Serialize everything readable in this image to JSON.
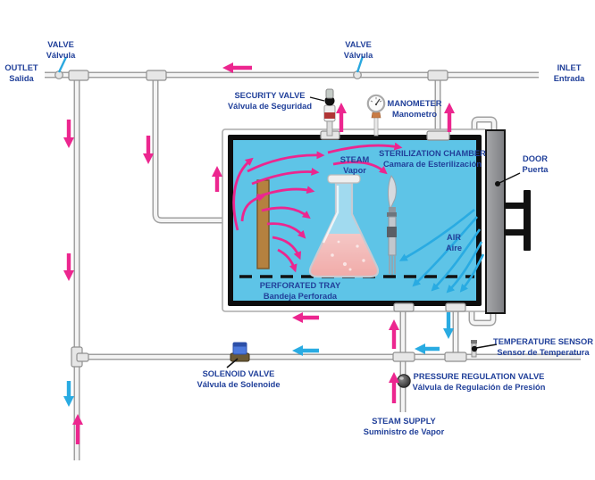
{
  "diagram": {
    "type": "autoclave-sterilizer-flow-diagram",
    "colors": {
      "steam_arrow_pink": "#EC268F",
      "air_arrow_cyan": "#29ABE2",
      "label_navy": "#21409A",
      "chamber_blue": "#5EC4E7",
      "door_gray": "#8F9093",
      "pipe_gray": "#A6A6A6"
    }
  },
  "labels": {
    "valve_left": {
      "en": "VALVE",
      "es": "Válvula"
    },
    "outlet": {
      "en": "OUTLET",
      "es": "Salida"
    },
    "valve_right": {
      "en": "VALVE",
      "es": "Válvula"
    },
    "inlet": {
      "en": "INLET",
      "es": "Entrada"
    },
    "security_valve": {
      "en": "SECURITY VALVE",
      "es": "Válvula de Seguridad"
    },
    "manometer": {
      "en": "MANOMETER",
      "es": "Manometro"
    },
    "sterilization_chamber": {
      "en": "STERILIZATION CHAMBER",
      "es": "Camara de Esterilización"
    },
    "door": {
      "en": "DOOR",
      "es": "Puerta"
    },
    "steam": {
      "en": "STEAM",
      "es": "Vapor"
    },
    "air": {
      "en": "AIR",
      "es": "Aire"
    },
    "perforated_tray": {
      "en": "PERFORATED TRAY",
      "es": "Bandeja Perforada"
    },
    "temperature_sensor": {
      "en": "TEMPERATURE SENSOR",
      "es": "Sensor de Temperatura"
    },
    "solenoid_valve": {
      "en": "SOLENOID VALVE",
      "es": "Válvula de Solenoide"
    },
    "pressure_regulation_valve": {
      "en": "PRESSURE REGULATION VALVE",
      "es": "Válvula de Regulación de Presión"
    },
    "steam_supply": {
      "en": "STEAM SUPPLY",
      "es": "Suministro de Vapor"
    }
  }
}
